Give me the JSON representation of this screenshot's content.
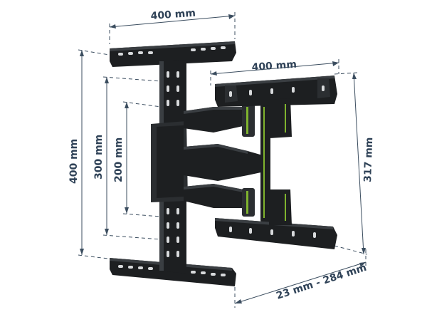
{
  "dimensions": {
    "wall_plate_width": "400 mm",
    "tv_bracket_width": "400 mm",
    "vertical_400": "400 mm",
    "vertical_300": "300 mm",
    "vertical_200": "200 mm",
    "tv_bracket_height": "317 mm",
    "extension_range": "23 mm - 284 mm"
  },
  "colors": {
    "dimension_text": "#2f4257",
    "metal": "#1d1f21",
    "accent": "#7fb32e"
  }
}
